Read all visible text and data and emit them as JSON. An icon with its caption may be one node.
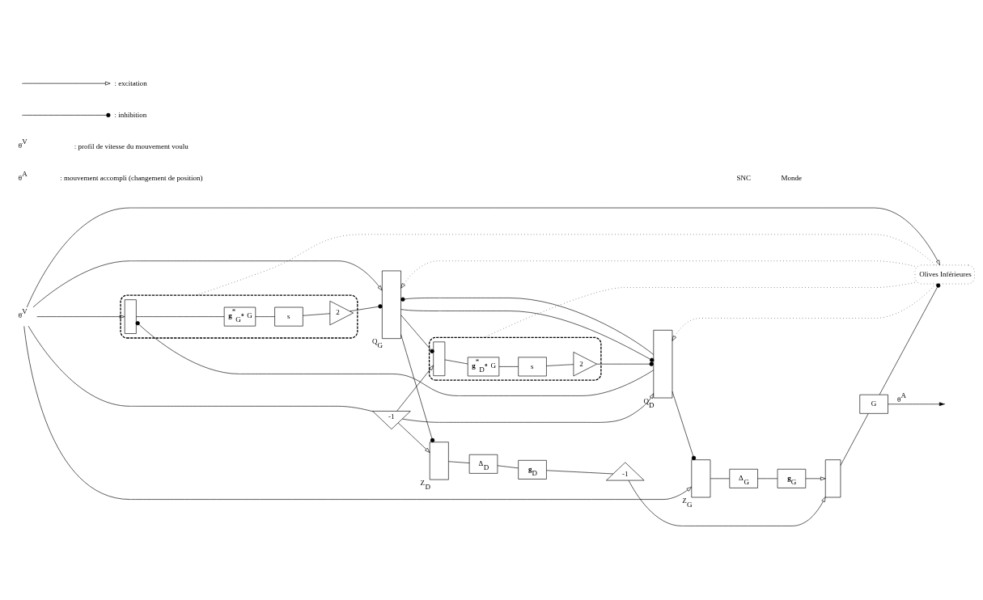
{
  "diagram": {
    "nodes": [
      {
        "text": [
          "θ̇$^{V}$"
        ]
      },
      {
        "text": [],
        "shape": "box"
      },
      {
        "text": [],
        "shape": "box",
        "in": 1
      },
      {
        "text": [
          "**g**$^{*}$$_{G}$∘ G"
        ],
        "in": 1
      },
      {
        "text": [
          "s"
        ],
        "in": 1
      },
      {
        "text": [
          "2"
        ],
        "in": 1
      },
      {
        "text": [],
        "shape": "box",
        "beside": [
          "Q$_{G}$"
        ]
      },
      {
        "text": [],
        "shape": "box",
        "beside": [
          "Z$_{G}$"
        ]
      },
      {
        "text": [
          "Δ$_{G}$"
        ]
      },
      {
        "text": [
          "**g**$_{G}$"
        ]
      },
      {
        "text": [
          "Olives Inférieures"
        ]
      },
      {
        "text": [
          "-1"
        ]
      },
      {
        "text": [],
        "shape": "box"
      },
      {
        "text": [],
        "shape": "box",
        "in": 12
      },
      {
        "text": [
          "**g**$^{*}$$_{D}$∘ G"
        ],
        "in": 12
      },
      {
        "text": [
          "s"
        ],
        "in": 12
      },
      {
        "text": [
          "2"
        ],
        "in": 12
      },
      {
        "text": [],
        "shape": "box",
        "beside": [
          "Q$_{D}$"
        ]
      },
      {
        "text": [],
        "shape": "box",
        "beside": [
          "Z$_{D}$"
        ]
      },
      {
        "text": [
          "Δ$_{D}$"
        ]
      },
      {
        "text": [
          "**g**$_{D}$"
        ]
      },
      {
        "text": [
          "-1"
        ]
      },
      {
        "text": [],
        "shape": "box"
      },
      {
        "text": [
          "G"
        ]
      }
    ],
    "edges": [
      {
        "from": 0,
        "to": 7,
        "arrow": "to"
      },
      {
        "from": 0,
        "to": 2,
        "arrow": "to"
      },
      {
        "from": 0,
        "to": 6,
        "arrow": "to"
      },
      {
        "from": 0,
        "to": 10,
        "arrow": "to"
      },
      {
        "from": 0,
        "to": 11,
        "arrow": "none"
      },
      {
        "from": 2,
        "to": 3,
        "arrow": "none"
      },
      {
        "from": 3,
        "to": 4,
        "arrow": "none"
      },
      {
        "from": 4,
        "to": 5,
        "arrow": "none"
      },
      {
        "from": 5,
        "to": 6,
        "arrow": "other"
      },
      {
        "from": 17,
        "to": 7,
        "arrow": "other"
      },
      {
        "from": 17,
        "to": 2,
        "arrow": "other"
      },
      {
        "from": 17,
        "to": 6,
        "arrow": "other"
      },
      {
        "from": 6,
        "to": 18,
        "arrow": "other"
      },
      {
        "from": 6,
        "to": 13,
        "arrow": "other"
      },
      {
        "from": 6,
        "to": 17,
        "arrow": "other"
      },
      {
        "from": 10,
        "to": 6,
        "arrow": "to",
        "style": "dashed"
      },
      {
        "from": 10,
        "to": 1,
        "arrow": "none",
        "style": "dashed"
      },
      {
        "from": 10,
        "to": 17,
        "arrow": "to",
        "style": "dashed"
      },
      {
        "from": 10,
        "to": 12,
        "arrow": "none",
        "style": "dashed"
      },
      {
        "from": 11,
        "to": 13,
        "arrow": "to"
      },
      {
        "from": 11,
        "to": 17,
        "arrow": "to"
      },
      {
        "from": 11,
        "to": 18,
        "arrow": "to"
      },
      {
        "from": 13,
        "to": 14,
        "arrow": "none"
      },
      {
        "from": 14,
        "to": 15,
        "arrow": "none"
      },
      {
        "from": 15,
        "to": 16,
        "arrow": "none"
      },
      {
        "from": 16,
        "to": 17,
        "arrow": "other"
      },
      {
        "from": 7,
        "to": 8,
        "arrow": "none"
      },
      {
        "from": 8,
        "to": 9,
        "arrow": "none"
      },
      {
        "from": 9,
        "to": 22,
        "arrow": "to"
      },
      {
        "from": 18,
        "to": 19,
        "arrow": "none"
      },
      {
        "from": 19,
        "to": 20,
        "arrow": "none"
      },
      {
        "from": 20,
        "to": 21,
        "arrow": "none"
      },
      {
        "from": 21,
        "to": 22,
        "arrow": "to"
      },
      {
        "from": 22,
        "to": 23,
        "arrow": "none"
      },
      {
        "from": 23,
        "to": null,
        "arrow": "to",
        "label": "θ$^{A}$"
      },
      {
        "from": 23,
        "to": 10,
        "arrow": "other"
      }
    ],
    "labels": [
      "SNC",
      "Monde",
      "θ̇$^{V}$",
      ": profil de vitesse du mouvement voulu",
      "θ$^{A}$",
      ": mouvement accompli (changement de position)"
    ],
    "legend": [
      {
        "text": ": excitation"
      },
      {
        "text": ": inhibition"
      }
    ]
  }
}
